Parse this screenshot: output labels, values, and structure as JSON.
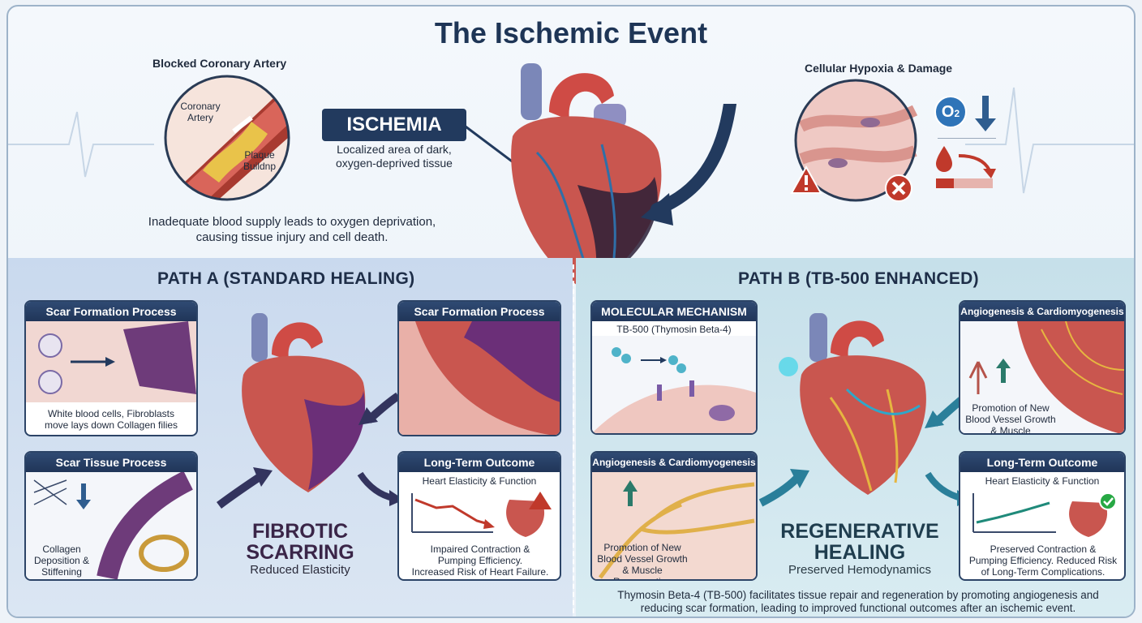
{
  "title": "The Ischemic Event",
  "top": {
    "artery_title": "Blocked Coronary Artery",
    "artery_label": "Coronary\nArtery",
    "plaque_label": "Plaque\nBuildnp",
    "ischemia_label": "ISCHEMIA",
    "ischemia_desc": "Localized area of dark,\noxygen-deprived tissue",
    "inadequate_text": "Inadequate blood supply leads to oxygen deprivation,\ncausing tissue injury and cell death.",
    "hypoxia_title": "Cellular Hypoxia & Damage",
    "o2_label": "O",
    "o2_sub": "2"
  },
  "path_a": {
    "title": "PATH A (STANDARD HEALING)",
    "card1_title": "Scar Formation Process",
    "card1_text": "White blood cells, Fibroblasts\nmove lays down Collagen filies",
    "card2_title": "Scar Tissue Process",
    "card2_text": "Collagen\nDeposition &\nStiffening",
    "card3_title": "Scar Formation Process",
    "card4_title": "Long-Term Outcome",
    "card4_sub": "Heart Elasticity & Function",
    "card4_text": "Impaired Contraction &\nPumping Efficiency.\nIncreased Risk of Heart Failure.",
    "big_title": "FIBROTIC\nSCARRING",
    "big_sub": "Reduced Elasticity"
  },
  "path_b": {
    "title": "PATH B (TB-500 ENHANCED)",
    "card1_title": "MOLECULAR MECHANISM",
    "card1_sub": "TB-500 (Thymosin Beta-4)",
    "card2_title": "Angiogenesis & Cardiomyogenesis",
    "card2_text": "Promotion of New\nBlood Vessel Growth\n& Muscle Regeneration",
    "card3_title": "Angiogenesis & Cardiomyogenesis",
    "card3_text": "Promotion of New\nBlood Vessel Growth\n& Muscle Regeneration",
    "card4_title": "Long-Term Outcome",
    "card4_sub": "Heart Elasticity & Function",
    "card4_text": "Preserved Contraction &\nPumping Efficiency. Reduced Risk\nof Long-Term Complications.",
    "big_title": "REGENERATIVE\nHEALING",
    "big_sub": "Preserved Hemodynamics",
    "footer": "Thymosin Beta-4 (TB-500) facilitates tissue repair and regeneration by promoting angiogenesis and\nreducing scar formation, leading to improved functional outcomes after an ischemic event."
  },
  "colors": {
    "navy": "#223a5e",
    "fibrotic": "#3a2548",
    "regen": "#1f3d4e",
    "red": "#c0392b",
    "green": "#27a844"
  }
}
